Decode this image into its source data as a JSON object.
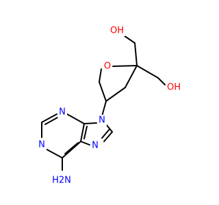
{
  "molecule": {
    "colors": {
      "bond": "#000000",
      "carbon": "#000000",
      "oxygen": "#ff0000",
      "nitrogen": "#0000ff"
    },
    "atom_labels": [
      {
        "id": "oh-top",
        "text": "OH",
        "element": "O"
      },
      {
        "id": "ring-oxygen",
        "text": "O",
        "element": "O"
      },
      {
        "id": "oh-right",
        "text": "OH",
        "element": "O"
      },
      {
        "id": "n3",
        "text": "N",
        "element": "N"
      },
      {
        "id": "n9",
        "text": "N",
        "element": "N"
      },
      {
        "id": "n1",
        "text": "N",
        "element": "N"
      },
      {
        "id": "n7",
        "text": "N",
        "element": "N"
      },
      {
        "id": "amino-n",
        "text": "H2N",
        "element": "N"
      }
    ]
  }
}
